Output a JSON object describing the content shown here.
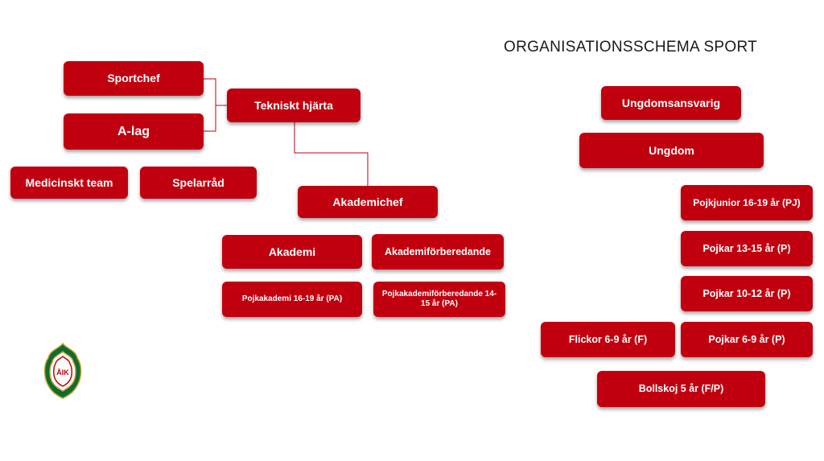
{
  "title": "ORGANISATIONSSCHEMA SPORT",
  "nodes": {
    "sportchef": "Sportchef",
    "a_lag": "A-lag",
    "tekniskt_hjarta": "Tekniskt hjärta",
    "medicinskt_team": "Medicinskt team",
    "spelarrad": "Spelarråd",
    "akademichef": "Akademichef",
    "akademi": "Akademi",
    "akademiforberedande": "Akademiförberedande",
    "pojkakademi": "Pojkakademi 16-19 år (PA)",
    "pojkakademiforberedande": "Pojkakademiförberedande 14-15 år (PA)",
    "ungdomsansvarig": "Ungdomsansvarig",
    "ungdom": "Ungdom",
    "pojkjunior": "Pojkjunior 16-19 år (PJ)",
    "pojkar_13_15": "Pojkar 13-15 år (P)",
    "pojkar_10_12": "Pojkar 10-12 år (P)",
    "flickor_6_9": "Flickor 6-9 år (F)",
    "pojkar_6_9": "Pojkar 6-9 år (P)",
    "bollskoj": "Bollskoj 5 år (F/P)"
  },
  "logo": {
    "text": "ÅIK",
    "colors": {
      "outer": "#0f6b35",
      "ring": "#c9a227",
      "inner": "#ffffff",
      "accent": "#c1000f"
    }
  },
  "colors": {
    "box": "#c1000f",
    "connector": "#c1000f",
    "text": "#ffffff"
  }
}
